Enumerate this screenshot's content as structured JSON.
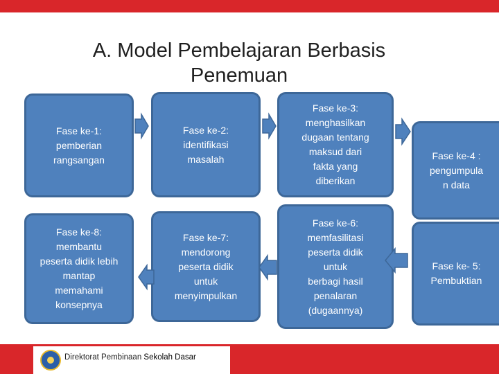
{
  "title": "A. Model Pembelajaran Berbasis Penemuan",
  "phases": {
    "p1": "Fase ke-1:\npemberian\nrangsangan",
    "p2": "Fase ke-2:\nidentifikasi\nmasalah",
    "p3": "Fase ke-3:\nmenghasilkan\ndugaan tentang\nmaksud dari\nfakta yang\ndiberikan",
    "p4": "Fase ke-4 :\npengumpula\nn data",
    "p5": "Fase ke- 5:\nPembuktian",
    "p6": "Fase ke-6:\nmemfasilitasi\npeserta didik\nuntuk\nberbagi hasil\npenalaran\n(dugaannya)",
    "p7": "Fase ke-7:\nmendorong\npeserta didik\nuntuk\nmenyimpulkan",
    "p8": "Fase ke-8:\nmembantu\npeserta didik lebih\nmantap\nmemahami\nkonsepnya"
  },
  "footer": {
    "prefix": "Direktorat Pembinaan ",
    "strong": "Sekolah Dasar"
  },
  "colors": {
    "accent_red": "#d9262a",
    "box_fill": "#4f81bd",
    "box_border": "#3d6798"
  },
  "icons": {
    "logo": "tut-wuri-handayani-logo-icon",
    "arrow": "block-arrow-icon"
  }
}
